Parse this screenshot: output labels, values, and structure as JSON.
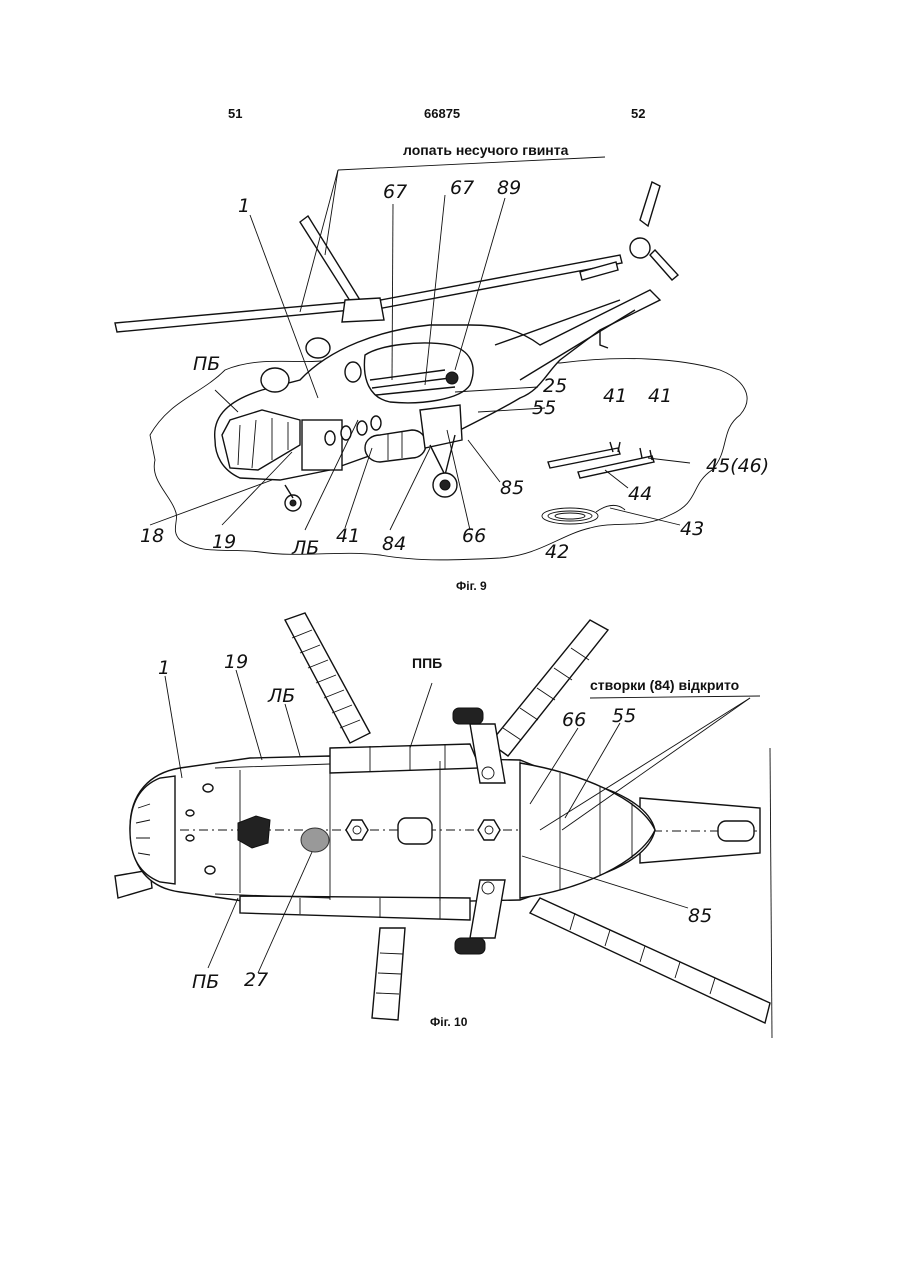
{
  "header": {
    "left_page": "51",
    "doc_number": "66875",
    "right_page": "52"
  },
  "figure9": {
    "caption": "Фіг. 9",
    "heading": "лопать несучого гвинта",
    "labels": {
      "l1": "1",
      "l67a": "67",
      "l67b": "67",
      "l89": "89",
      "lpb": "ПБ",
      "l25": "25",
      "l55": "55",
      "l41a": "41",
      "l41b": "41",
      "l45": "45(46)",
      "l18": "18",
      "l19": "19",
      "llb": "ЛБ",
      "l41c": "41",
      "l84": "84",
      "l66": "66",
      "l85": "85",
      "l44": "44",
      "l43": "43",
      "l42": "42"
    }
  },
  "figure10": {
    "caption": "Фіг. 10",
    "heading": "створки (84) відкрито",
    "labels": {
      "l1": "1",
      "l19": "19",
      "llb": "ЛБ",
      "lppb": "ППБ",
      "l66": "66",
      "l55": "55",
      "lpb": "ПБ",
      "l27": "27",
      "l85": "85"
    }
  }
}
